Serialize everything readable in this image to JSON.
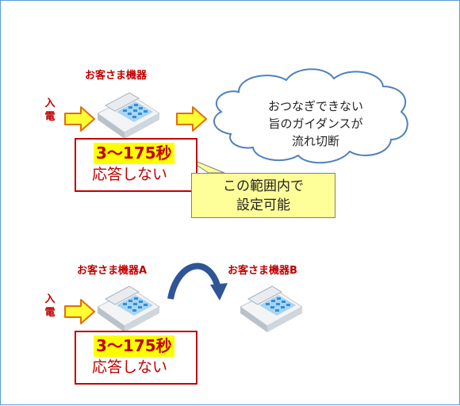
{
  "top": {
    "device_label": "お客さま機器",
    "incoming": "入電",
    "time_range": "3～175秒",
    "no_answer": "応答しない",
    "callout_lines": [
      "この範囲内で",
      "設定可能"
    ],
    "cloud_lines": [
      "おつなぎできない",
      "旨のガイダンスが",
      "流れ切断"
    ]
  },
  "bottom": {
    "device_a_label": "お客さま機器A",
    "device_b_label": "お客さま機器B",
    "incoming": "入電",
    "time_range": "3～175秒",
    "no_answer": "応答しない"
  },
  "colors": {
    "label_red": "#c00000",
    "arrow_fill": "#ffff33",
    "arrow_stroke": "#e46c0a",
    "highlight": "#ffff00",
    "callout_fill": "#ffff99",
    "cloud_stroke": "#4f81bd",
    "curve_arrow": "#2f5597",
    "frame_border": "#5b9bd5"
  },
  "icons": [
    "office-phone-icon",
    "right-arrow-icon",
    "cloud-shape",
    "curved-arrow-icon"
  ]
}
